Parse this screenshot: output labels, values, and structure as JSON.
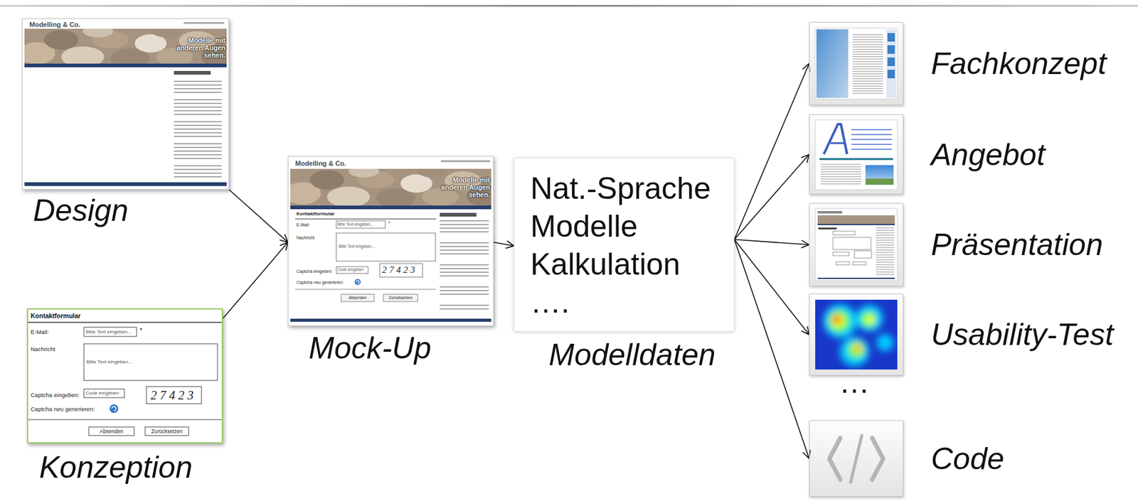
{
  "diagram": {
    "nodes": [
      {
        "text": [
          "Design"
        ]
      },
      {
        "text": [
          "Konzeption"
        ]
      },
      {
        "text": [
          "Mock-Up"
        ]
      },
      {
        "text": [
          "Nat.-Sprache",
          "Modelle",
          "Kalkulation",
          "….",
          "Modelldaten"
        ]
      },
      {
        "text": [
          "Fachkonzept"
        ]
      },
      {
        "text": [
          "Angebot"
        ]
      },
      {
        "text": [
          "Präsentation"
        ]
      },
      {
        "text": [
          "Usability-Test"
        ]
      },
      {
        "text": [
          "Code"
        ]
      }
    ],
    "edges": [
      {
        "from": 0,
        "to": 2,
        "arrow": "to"
      },
      {
        "from": 1,
        "to": 2,
        "arrow": "to"
      },
      {
        "from": 2,
        "to": 3,
        "arrow": "to"
      },
      {
        "from": 3,
        "to": 4,
        "arrow": "to"
      },
      {
        "from": 3,
        "to": 5,
        "arrow": "to"
      },
      {
        "from": 3,
        "to": 6,
        "arrow": "to"
      },
      {
        "from": 3,
        "to": 7,
        "arrow": "to"
      },
      {
        "from": 3,
        "to": 8,
        "arrow": "to"
      }
    ],
    "labels": [
      "…",
      "Modelling & Co.",
      "Modelle mit anderen Augen sehen.",
      "Modelling & Co.",
      "Modelle mit anderen Augen sehen.",
      "Kontaktformular",
      "E-Mail:",
      "Bitte Text eingeben...",
      "*",
      "Nachricht",
      "Bitte Text eingeben...",
      "Captcha eingeben:",
      "Code eingeben",
      "27423",
      "Captcha neu generieren:",
      "Absenden",
      "Zurücksetzen",
      "Kontaktformular",
      "E-Mail:",
      "Bitte Text eingeben...",
      "*",
      "Nachricht",
      "Bitte Text eingeben...",
      "Captcha eingeben:",
      "Code eingeben",
      "27423",
      "Captcha neu generieren:",
      "Absenden",
      "Zurücksetzen"
    ]
  }
}
